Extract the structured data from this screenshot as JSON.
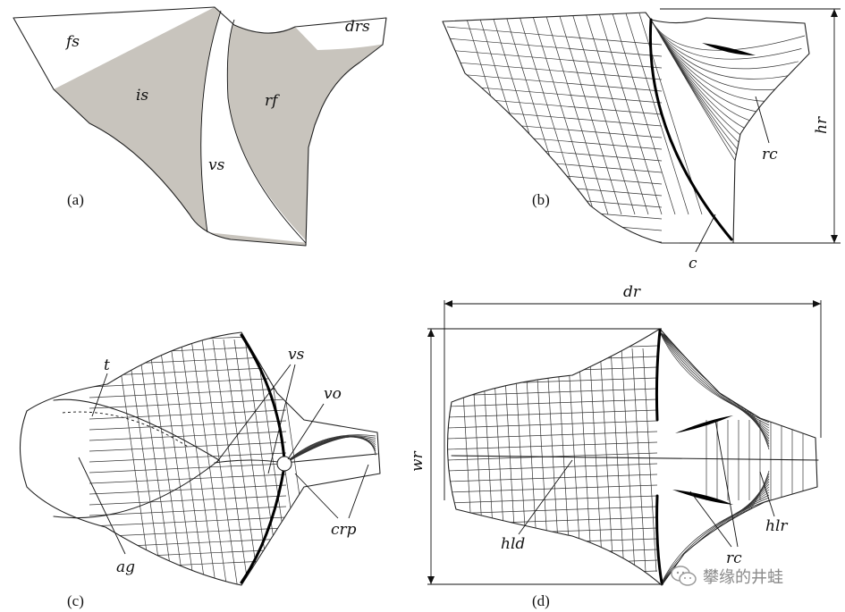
{
  "panels": {
    "a": {
      "caption": "(a)",
      "labels": {
        "fs": "fs",
        "is": "is",
        "vs": "vs",
        "rf": "rf",
        "drs": "drs"
      },
      "colors": {
        "shaded": "#c8c4bd",
        "outline": "#222222"
      }
    },
    "b": {
      "caption": "(b)",
      "labels": {
        "rc": "rc",
        "c": "c",
        "hr": "hr"
      }
    },
    "c": {
      "caption": "(c)",
      "labels": {
        "t": "t",
        "vs": "vs",
        "vo": "vo",
        "crp": "crp",
        "ag": "ag"
      }
    },
    "d": {
      "caption": "(d)",
      "labels": {
        "dr": "dr",
        "wr": "wr",
        "hld": "hld",
        "rc": "rc",
        "hlr": "hlr"
      }
    }
  },
  "watermark": {
    "text": "攀缘的井蛙",
    "icon": "wechat-icon"
  }
}
